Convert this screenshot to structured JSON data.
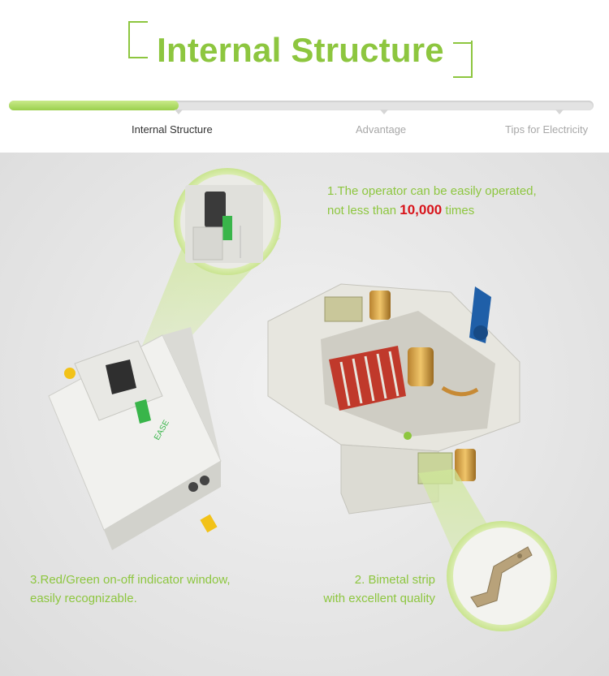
{
  "header": {
    "title": "Internal Structure",
    "accent_color": "#8dc63f"
  },
  "progress": {
    "fraction": 0.29,
    "tabs": [
      {
        "label": "Internal Structure",
        "active": true
      },
      {
        "label": "Advantage",
        "active": false
      },
      {
        "label": "Tips for Electricity",
        "active": false
      }
    ]
  },
  "callouts": {
    "c1_line1": "1.The operator can be easily operated,",
    "c1_line2_pre": "not less than ",
    "c1_line2_num": "10,000",
    "c1_line2_post": " times",
    "c2_line1": "2. Bimetal strip",
    "c2_line2": "with excellent quality",
    "c3_line1": "3.Red/Green on-off indicator window,",
    "c3_line2": "easily recognizable.",
    "highlight_color": "#d8141b"
  },
  "icons": [
    "breaker-product-image",
    "breaker-internal-image",
    "zoom-lens-indicator",
    "zoom-lens-bimetal"
  ]
}
